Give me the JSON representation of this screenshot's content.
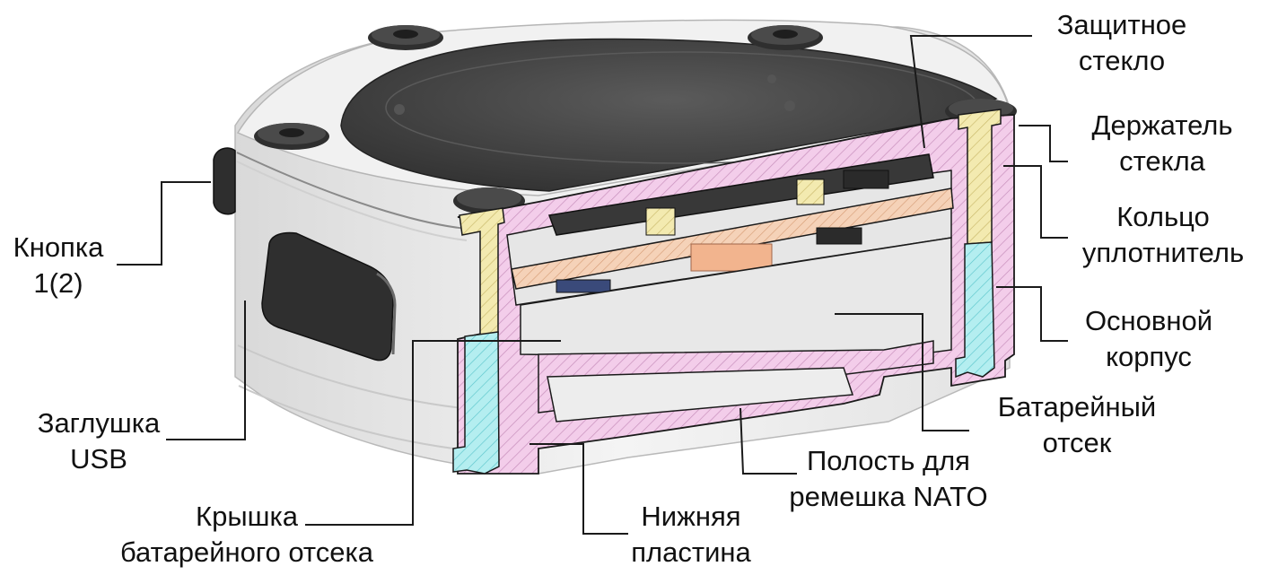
{
  "colors": {
    "body": "#ececec",
    "body_edge": "#b9b9b9",
    "glass": "#4a4a4a",
    "section": "#f3cdea",
    "hatch": "#c88fbc",
    "screw_part": "#f3eab0",
    "seal_ring": "#b4eef0",
    "pcb": "#3a3a3a",
    "leader": "#1a1a1a"
  },
  "labels": {
    "glass": {
      "line1": "Защитное",
      "line2": "стекло"
    },
    "holder": {
      "line1": "Держатель",
      "line2": "стекла"
    },
    "ring": {
      "line1": "Кольцо",
      "line2": "уплотнитель"
    },
    "body": {
      "line1": "Основной",
      "line2": "корпус"
    },
    "battery": {
      "line1": "Батарейный",
      "line2": "отсек"
    },
    "strap": {
      "line1": "Полость для",
      "line2": "ремешка NATO"
    },
    "bottom": {
      "line1": "Нижняя",
      "line2": "пластина"
    },
    "cover": {
      "line1": "Крышка",
      "line2": "батарейного отсека"
    },
    "usb": {
      "line1": "Заглушка",
      "line2": "USB"
    },
    "button": {
      "line1": "Кнопка",
      "line2": "1(2)"
    }
  }
}
